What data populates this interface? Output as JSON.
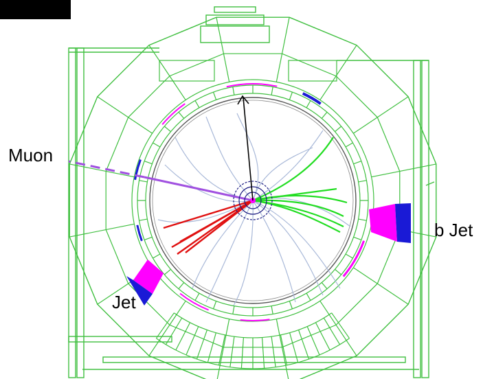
{
  "labels": {
    "muon": "Muon",
    "b_jet": "b Jet",
    "jet": "Jet"
  },
  "colors": {
    "detector": "#3fbf3f",
    "magenta": "#ff00ff",
    "blue": "#1a1ad6",
    "muon_track": "#a050e0",
    "red_jet": "#e01010",
    "green_jet": "#22dd22",
    "tracks": "#a8b8d8",
    "vertex": "#1a1a80",
    "met_arrow": "#000000"
  }
}
